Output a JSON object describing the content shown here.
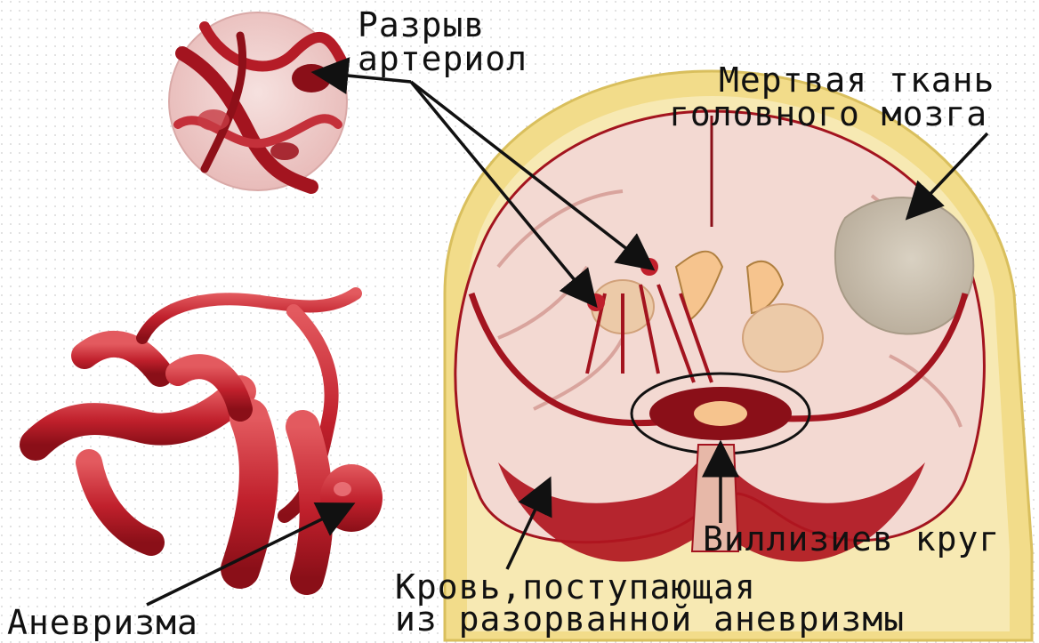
{
  "labels": {
    "arteriole_rupture": [
      "Разрыв",
      "артериол"
    ],
    "dead_tissue": [
      "Мертвая ткань",
      "головного мозга"
    ],
    "willis_circle": "Виллизиев круг",
    "blood_from_aneurysm": [
      "Кровь,поступающая",
      "из разорванной аневризмы"
    ],
    "aneurysm": "Аневризма"
  },
  "colors": {
    "vessel": "#c0202c",
    "vessel_dark": "#8a0f18",
    "skull": "#f2dc8a",
    "brain_tissue": "#f3d9d2",
    "dead_tissue": "#cfc6b8",
    "arrow": "#111111"
  }
}
